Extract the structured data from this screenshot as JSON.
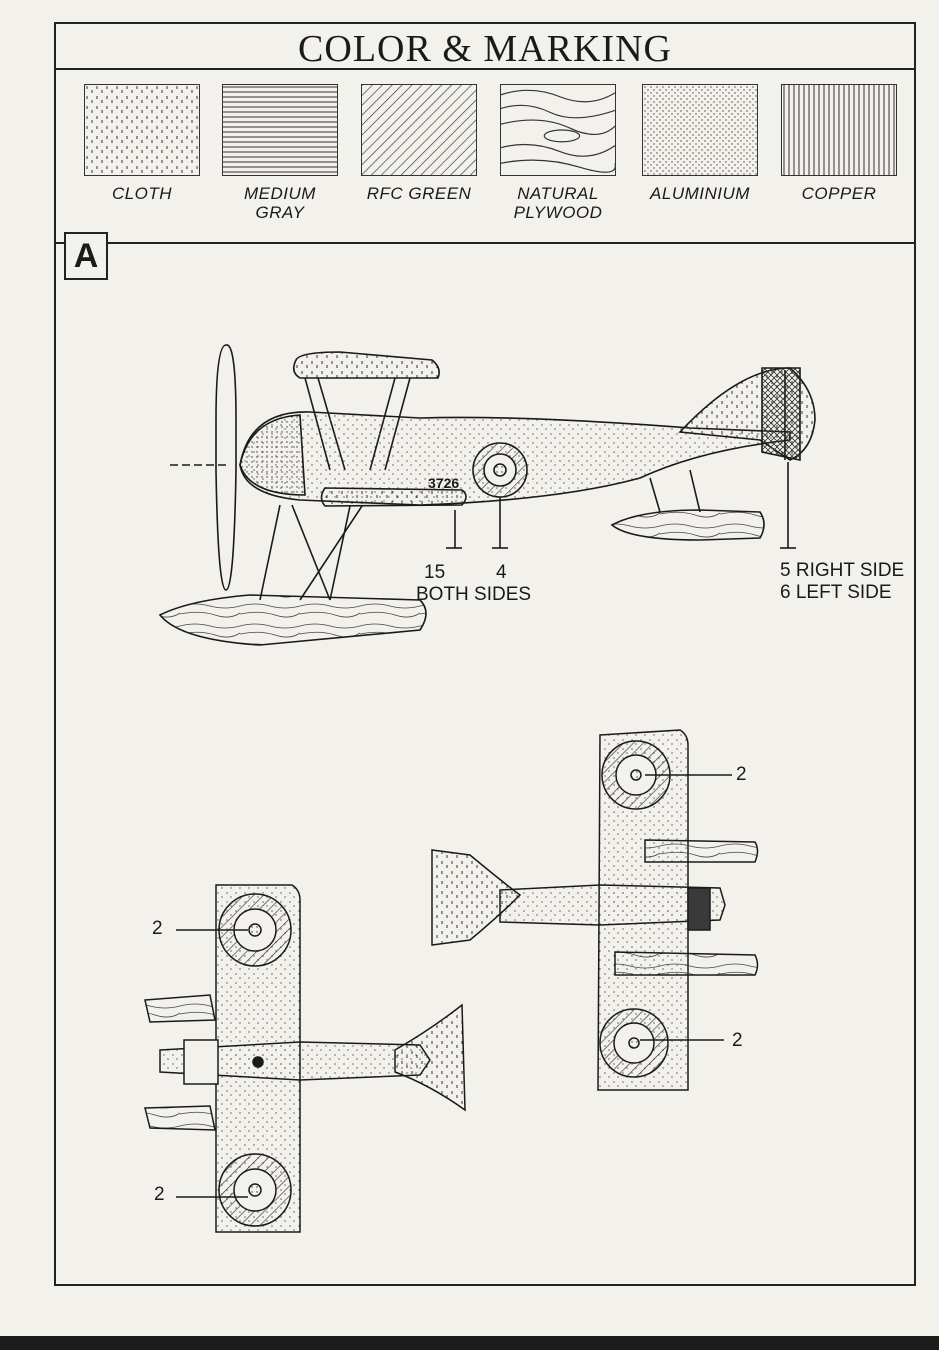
{
  "header": {
    "title": "COLOR & MARKING"
  },
  "legend": {
    "items": [
      {
        "id": "cloth",
        "label": "CLOTH",
        "pattern": "cloth-pattern"
      },
      {
        "id": "medium-gray",
        "label": "MEDIUM\nGRAY",
        "pattern": "medium-gray-pattern"
      },
      {
        "id": "rfc-green",
        "label": "RFC GREEN",
        "pattern": "rfc-green-pattern"
      },
      {
        "id": "natural-plywood",
        "label": "NATURAL\nPLYWOOD",
        "pattern": "plywood-pattern"
      },
      {
        "id": "aluminium",
        "label": "ALUMINIUM",
        "pattern": "aluminium-pattern"
      },
      {
        "id": "copper",
        "label": "COPPER",
        "pattern": "copper-pattern"
      }
    ]
  },
  "section": {
    "tag": "A"
  },
  "side_view": {
    "serial": "3726",
    "callout_15": "15",
    "callout_4": "4",
    "callout_both": "BOTH SIDES",
    "callout_right": "5 RIGHT SIDE",
    "callout_left": "6 LEFT SIDE"
  },
  "top_view": {
    "callout_upper": "2",
    "callout_lower": "2"
  },
  "bottom_view": {
    "callout_upper": "2",
    "callout_lower": "2"
  },
  "colors": {
    "ink": "#1a1a1a",
    "paper": "#f3f1ec"
  }
}
